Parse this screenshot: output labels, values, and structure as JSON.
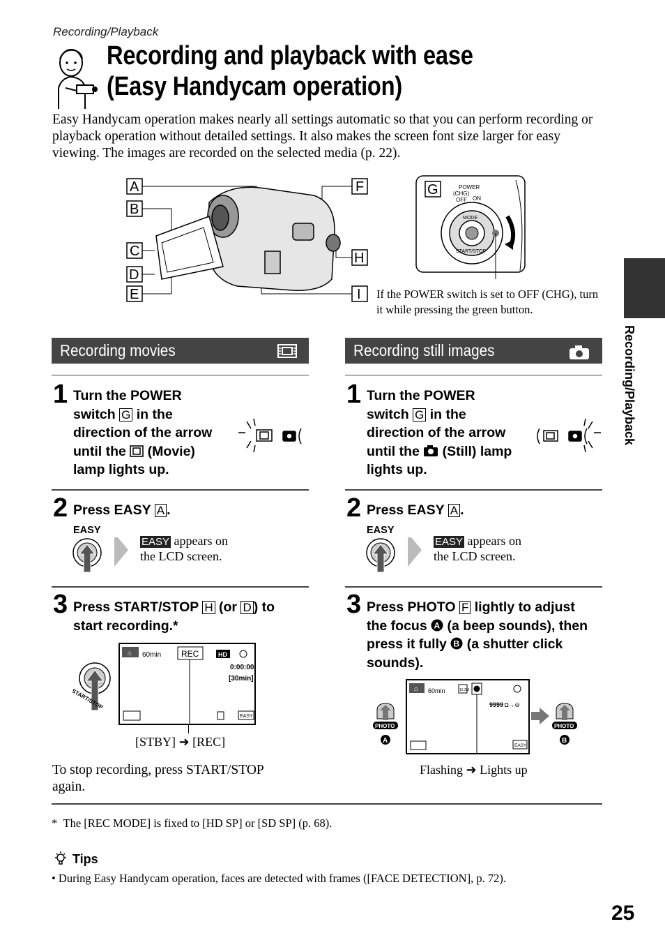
{
  "header": {
    "section_label": "Recording/Playback",
    "title_line1": "Recording and playback with ease",
    "title_line2": "(Easy Handycam operation)"
  },
  "intro": "Easy Handycam operation makes nearly all settings automatic so that you can perform recording or playback operation without detailed settings. It also makes the screen font size larger for easy viewing. The images are recorded on the selected media (p. 22).",
  "camera_diagram": {
    "labels": [
      "A",
      "B",
      "C",
      "D",
      "E",
      "F",
      "G",
      "H",
      "I"
    ],
    "switch_labels": {
      "power": "POWER",
      "chg": "(CHG)",
      "off": "OFF",
      "on": "ON",
      "mode": "MODE",
      "start_stop": "START/STOP"
    },
    "note": "If the POWER switch is set to OFF (CHG), turn it while pressing the green button."
  },
  "movies": {
    "header": "Recording movies",
    "step1_num": "1",
    "step1_l1": "Turn the POWER",
    "step1_l2a": "switch",
    "step1_box": "G",
    "step1_l2b": "in the",
    "step1_l3": "direction of the arrow",
    "step1_l4a": "until the",
    "step1_l4b": "(Movie)",
    "step1_l5": "lamp lights up.",
    "step2_num": "2",
    "step2_a": "Press EASY",
    "step2_box": "A",
    "step2_b": ".",
    "easy_label": "EASY",
    "easy_icon": "EASY",
    "appears_l1": "appears on",
    "appears_l2": "the LCD screen.",
    "step3_num": "3",
    "step3_a": "Press START/STOP",
    "step3_box1": "H",
    "step3_b": "(or",
    "step3_box2": "D",
    "step3_c": ") to",
    "step3_l2": "start recording.*",
    "lcd": {
      "remaining": "60min",
      "rec": "REC",
      "hd": "HD",
      "time": "0:00:00",
      "left": "[30min]",
      "easy": "EASY"
    },
    "start_stop_label": "START/STOP",
    "caption_a": "[STBY]",
    "caption_b": "[REC]",
    "stop_l1": "To stop recording, press START/STOP",
    "stop_l2": "again."
  },
  "stills": {
    "header": "Recording still images",
    "step1_num": "1",
    "step1_l1": "Turn the POWER",
    "step1_l2a": "switch",
    "step1_box": "G",
    "step1_l2b": "in the",
    "step1_l3": "direction of the arrow",
    "step1_l4a": "until the",
    "step1_l4b": "(Still) lamp",
    "step1_l5": "lights up.",
    "step2_num": "2",
    "step2_a": "Press EASY",
    "step2_box": "A",
    "step2_b": ".",
    "easy_label": "EASY",
    "easy_icon": "EASY",
    "appears_l1": "appears on",
    "appears_l2": "the LCD screen.",
    "step3_num": "3",
    "step3_a": "Press PHOTO",
    "step3_box": "F",
    "step3_b": "lightly to adjust",
    "step3_l2a": "the focus",
    "step3_l2b": "(a beep sounds), then",
    "step3_l3a": "press it fully",
    "step3_l3b": "(a shutter click",
    "step3_l4": "sounds).",
    "lcd": {
      "remaining": "60min",
      "size": "10.2M",
      "count": "9999",
      "easy": "EASY"
    },
    "photo_label": "PHOTO",
    "circle_a": "A",
    "circle_b": "B",
    "caption_a": "Flashing",
    "caption_b": "Lights up"
  },
  "footnote": "The [REC MODE] is fixed to [HD SP] or [SD SP] (p. 68).",
  "footnote_mark": "*",
  "tips_title": "Tips",
  "tip": "During Easy Handycam operation, faces are detected with frames ([FACE DETECTION], p. 72).",
  "side_tab": "Recording/Playback",
  "page_number": "25"
}
